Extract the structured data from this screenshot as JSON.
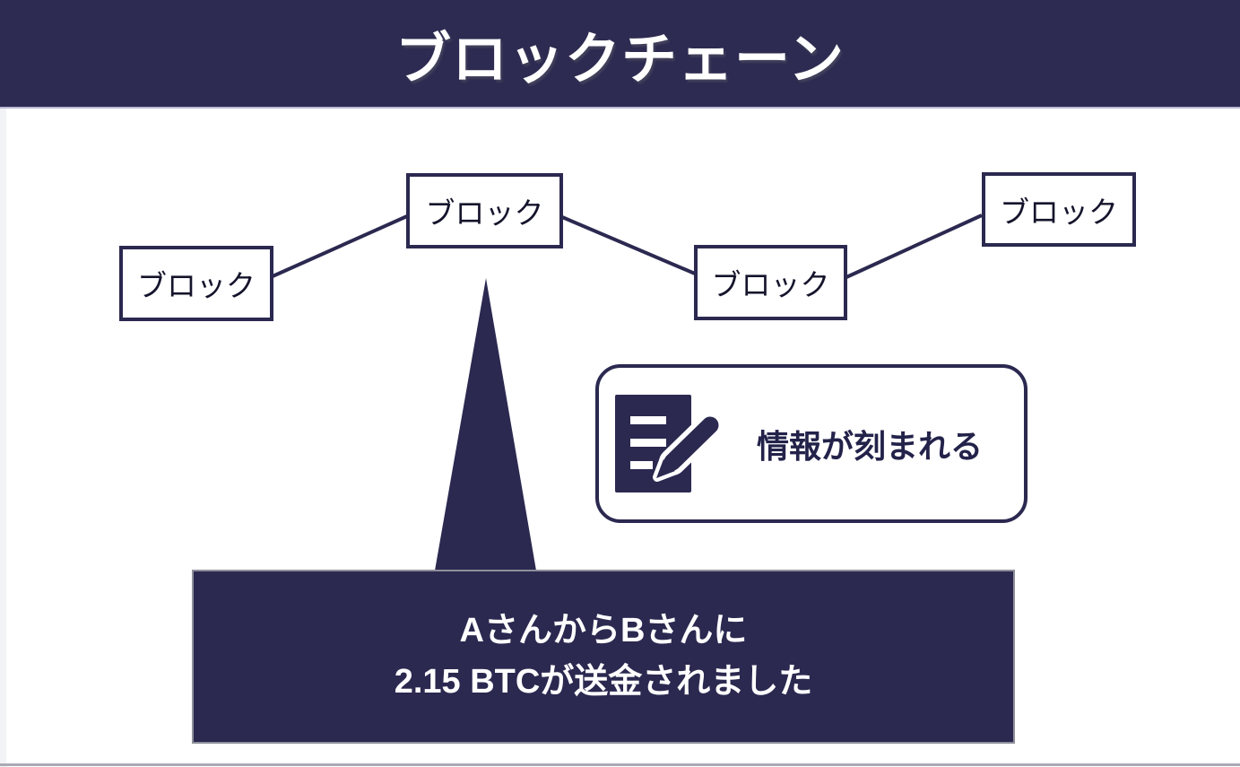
{
  "slide": {
    "title": "ブロックチェーン"
  },
  "chain": {
    "blocks": [
      {
        "label": "ブロック"
      },
      {
        "label": "ブロック"
      },
      {
        "label": "ブロック"
      },
      {
        "label": "ブロック"
      }
    ]
  },
  "info_callout": {
    "icon": "document-edit-icon",
    "label": "情報が刻まれる"
  },
  "transaction_callout": {
    "line1": "AさんからBさんに",
    "line2": "2.15 BTCが送金されました"
  },
  "colors": {
    "navy": "#2b2950",
    "header_navy": "#2d2b51",
    "header_divider": "#b9b9d2",
    "block_text": "#15142c",
    "tx_box_outline": "#8f8f9a",
    "bottom_rule": "#aaaab6",
    "white": "#ffffff"
  }
}
